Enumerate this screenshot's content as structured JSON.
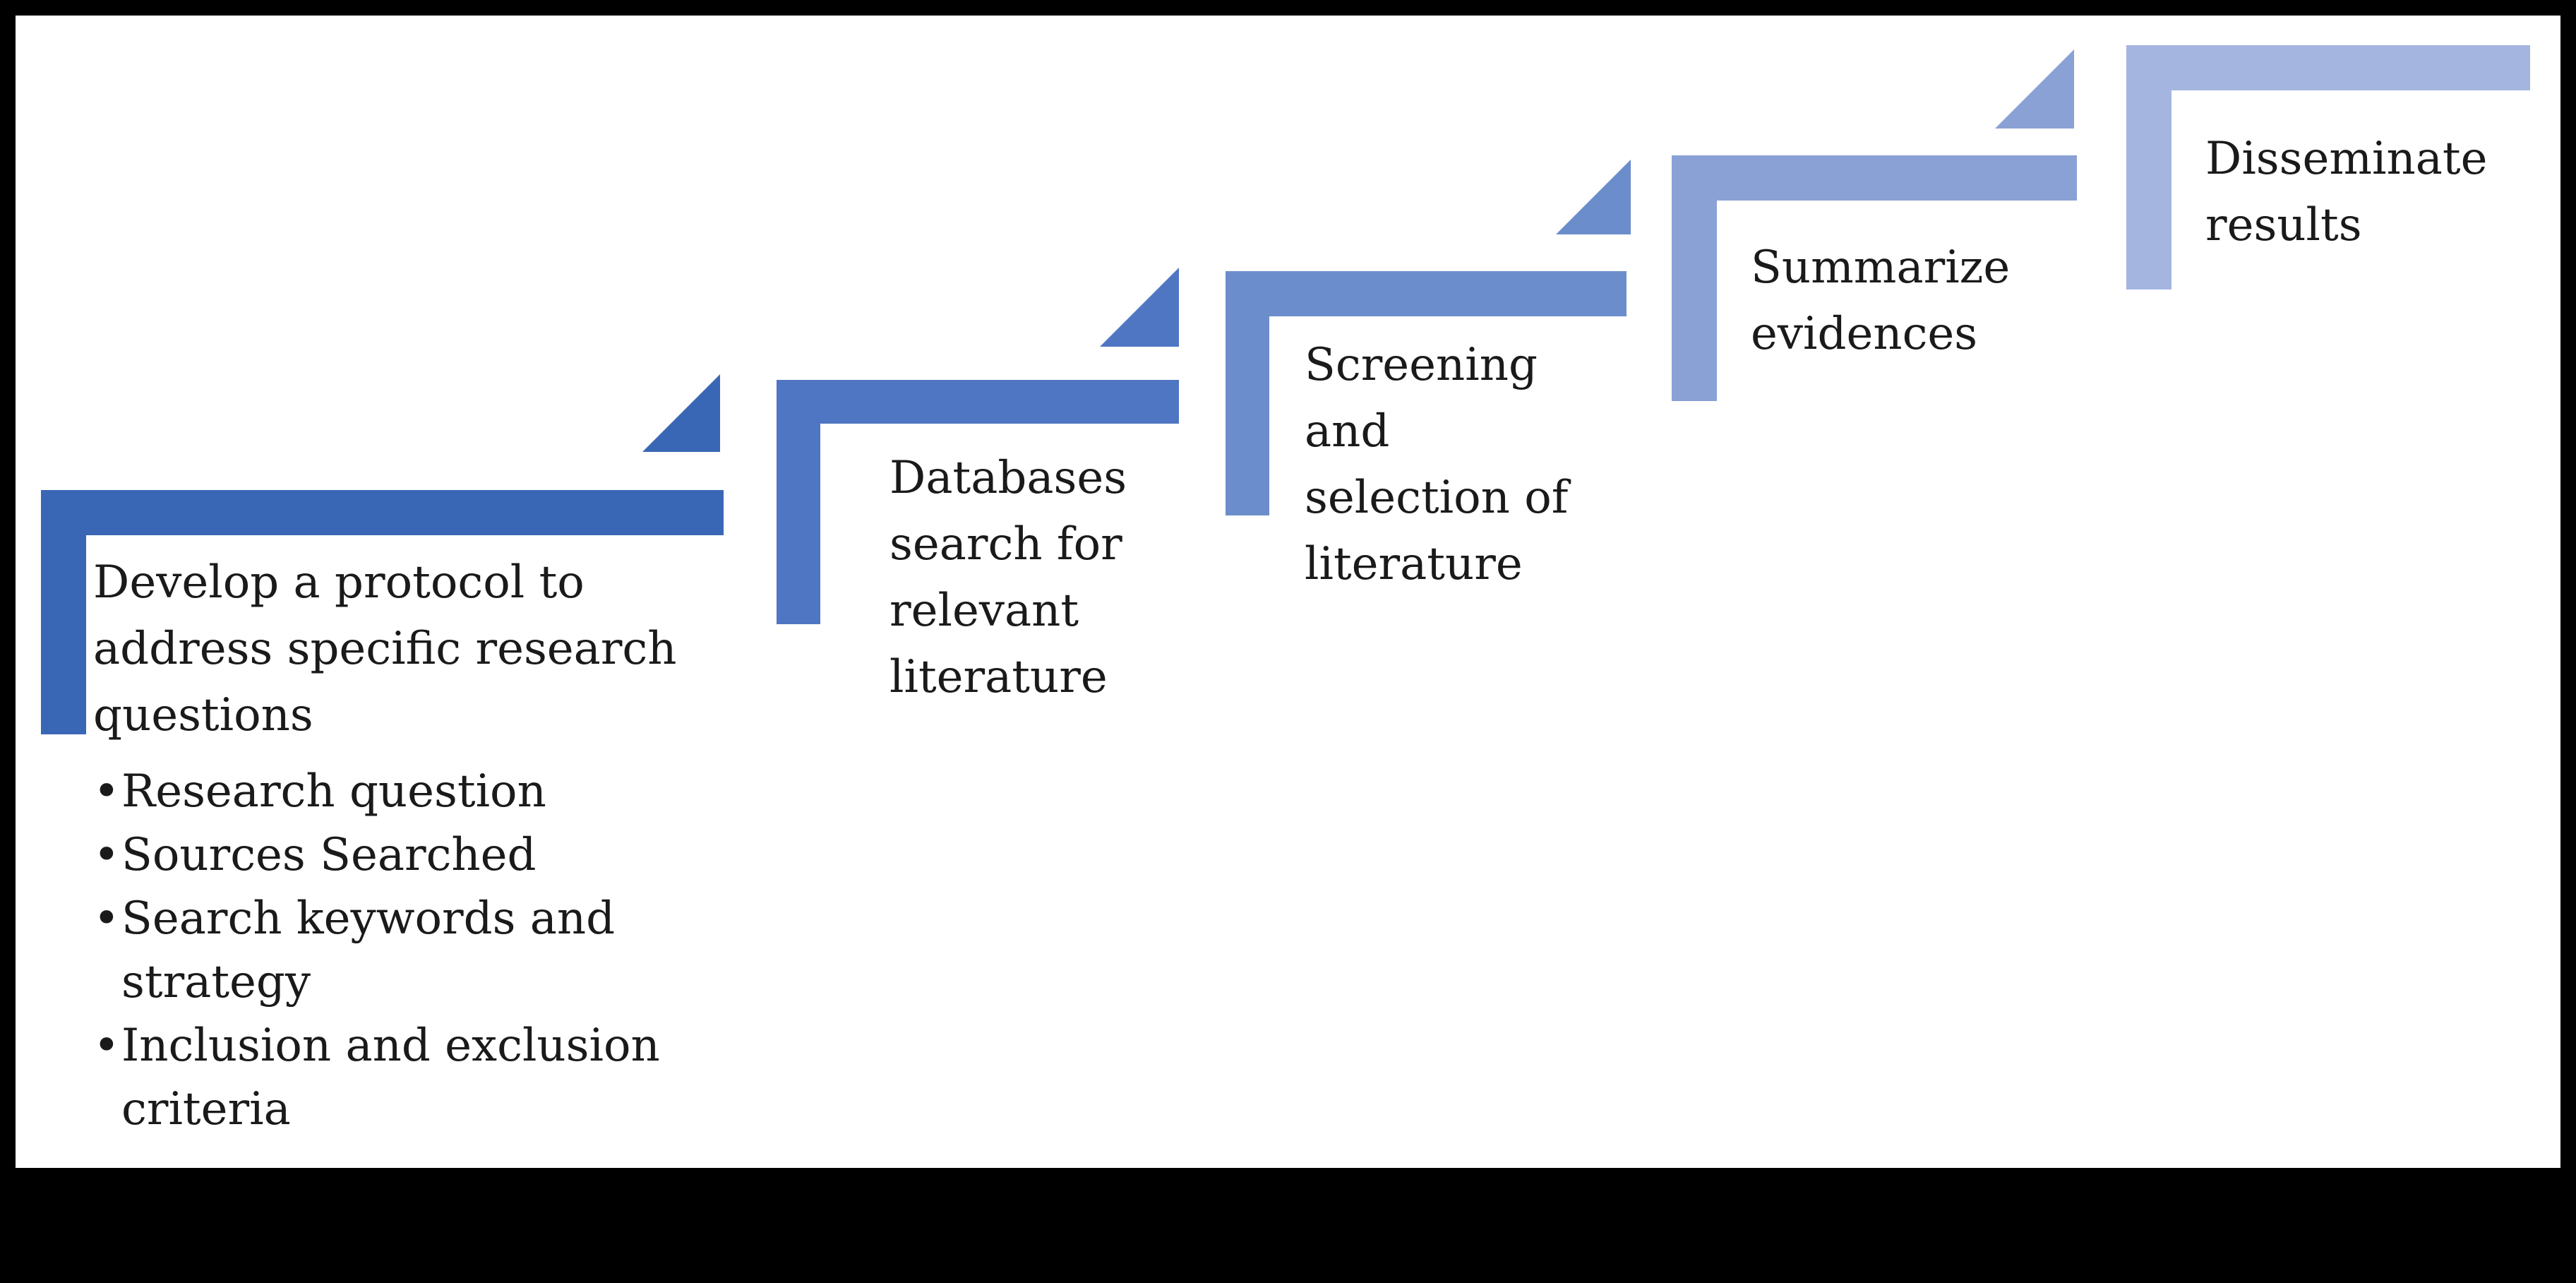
{
  "diagram": {
    "steps": [
      {
        "lines": [
          "Develop a protocol to",
          "address specific research",
          "questions"
        ],
        "color": "#3a67b5",
        "bullets": [
          {
            "lines": [
              "Research question"
            ]
          },
          {
            "lines": [
              "Sources Searched"
            ]
          },
          {
            "lines": [
              "Search keywords and",
              "strategy"
            ]
          },
          {
            "lines": [
              "Inclusion and exclusion",
              "criteria"
            ]
          }
        ]
      },
      {
        "lines": [
          "Databases",
          "search for",
          "relevant",
          "literature"
        ],
        "color": "#4f76c2"
      },
      {
        "lines": [
          "Screening",
          "and",
          "selection of",
          "literature"
        ],
        "color": "#6c8dcb"
      },
      {
        "lines": [
          "Summarize",
          "evidences"
        ],
        "color": "#8aa1d6"
      },
      {
        "lines": [
          "Disseminate",
          "results"
        ],
        "color": "#a4b5e0"
      }
    ]
  }
}
